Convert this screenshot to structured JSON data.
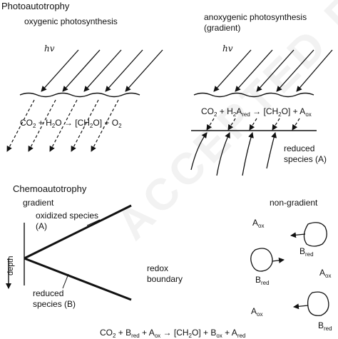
{
  "sections": {
    "photo": "Photoautotrophy",
    "chemo": "Chemoautotrophy"
  },
  "left_panel": {
    "title": "oxygenic photosynthesis",
    "hv": "hv"
  },
  "right_panel": {
    "title_line1": "anoxygenic photosynthesis",
    "title_line2": "(gradient)",
    "hv": "hv",
    "reduced_line1": "reduced",
    "reduced_line2": "species (A)"
  },
  "gradient_panel": {
    "title": "gradient",
    "oxidized_line1": "oxidized species",
    "oxidized_line2": "(A)",
    "reduced_line1": "reduced",
    "reduced_line2": "species (B)",
    "redox_line1": "redox",
    "redox_line2": "boundary",
    "depth": "depth"
  },
  "nongradient_panel": {
    "title": "non-gradient"
  },
  "watermark": "ACCEPTED PROOF"
}
